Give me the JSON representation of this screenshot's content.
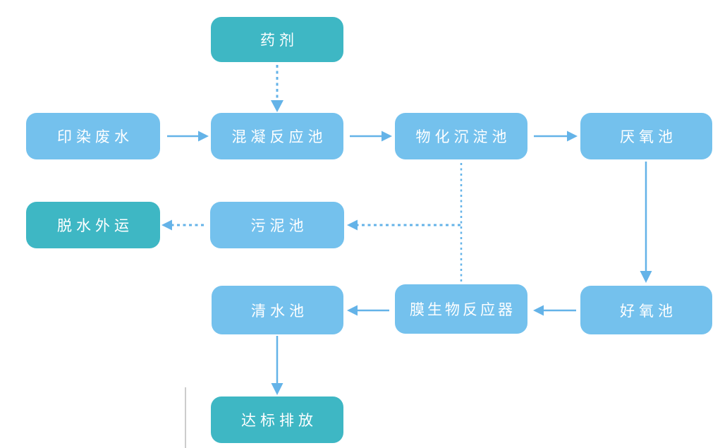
{
  "diagram": {
    "nodes": [
      {
        "id": "chemical-agent",
        "label": "药剂",
        "type": "teal"
      },
      {
        "id": "dyeing-wastewater",
        "label": "印染废水",
        "type": "blue"
      },
      {
        "id": "coagulation-reaction-tank",
        "label": "混凝反应池",
        "type": "blue"
      },
      {
        "id": "physicochemical-sedimentation-tank",
        "label": "物化沉淀池",
        "type": "blue"
      },
      {
        "id": "anaerobic-tank",
        "label": "厌氧池",
        "type": "blue"
      },
      {
        "id": "dewatering-transport",
        "label": "脱水外运",
        "type": "teal"
      },
      {
        "id": "sludge-tank",
        "label": "污泥池",
        "type": "blue"
      },
      {
        "id": "clean-water-tank",
        "label": "清水池",
        "type": "blue"
      },
      {
        "id": "membrane-bioreactor",
        "label": "膜生物反应器",
        "type": "blue"
      },
      {
        "id": "aerobic-tank",
        "label": "好氧池",
        "type": "blue"
      },
      {
        "id": "compliant-discharge",
        "label": "达标排放",
        "type": "teal"
      }
    ],
    "edges": [
      {
        "from": "chemical-agent",
        "to": "coagulation-reaction-tank",
        "style": "dashed"
      },
      {
        "from": "dyeing-wastewater",
        "to": "coagulation-reaction-tank",
        "style": "solid"
      },
      {
        "from": "coagulation-reaction-tank",
        "to": "physicochemical-sedimentation-tank",
        "style": "solid"
      },
      {
        "from": "physicochemical-sedimentation-tank",
        "to": "anaerobic-tank",
        "style": "solid"
      },
      {
        "from": "anaerobic-tank",
        "to": "aerobic-tank",
        "style": "solid"
      },
      {
        "from": "physicochemical-sedimentation-tank",
        "to": "sludge-tank",
        "style": "dashed"
      },
      {
        "from": "membrane-bioreactor",
        "to": "sludge-tank",
        "style": "dashed"
      },
      {
        "from": "sludge-tank",
        "to": "dewatering-transport",
        "style": "dashed"
      },
      {
        "from": "aerobic-tank",
        "to": "membrane-bioreactor",
        "style": "solid"
      },
      {
        "from": "membrane-bioreactor",
        "to": "clean-water-tank",
        "style": "solid"
      },
      {
        "from": "clean-water-tank",
        "to": "compliant-discharge",
        "style": "solid"
      }
    ]
  },
  "colors": {
    "node-teal": "#3eb7c4",
    "node-blue": "#74c1ed",
    "arrow": "#64b3e8",
    "text": "#ffffff"
  }
}
